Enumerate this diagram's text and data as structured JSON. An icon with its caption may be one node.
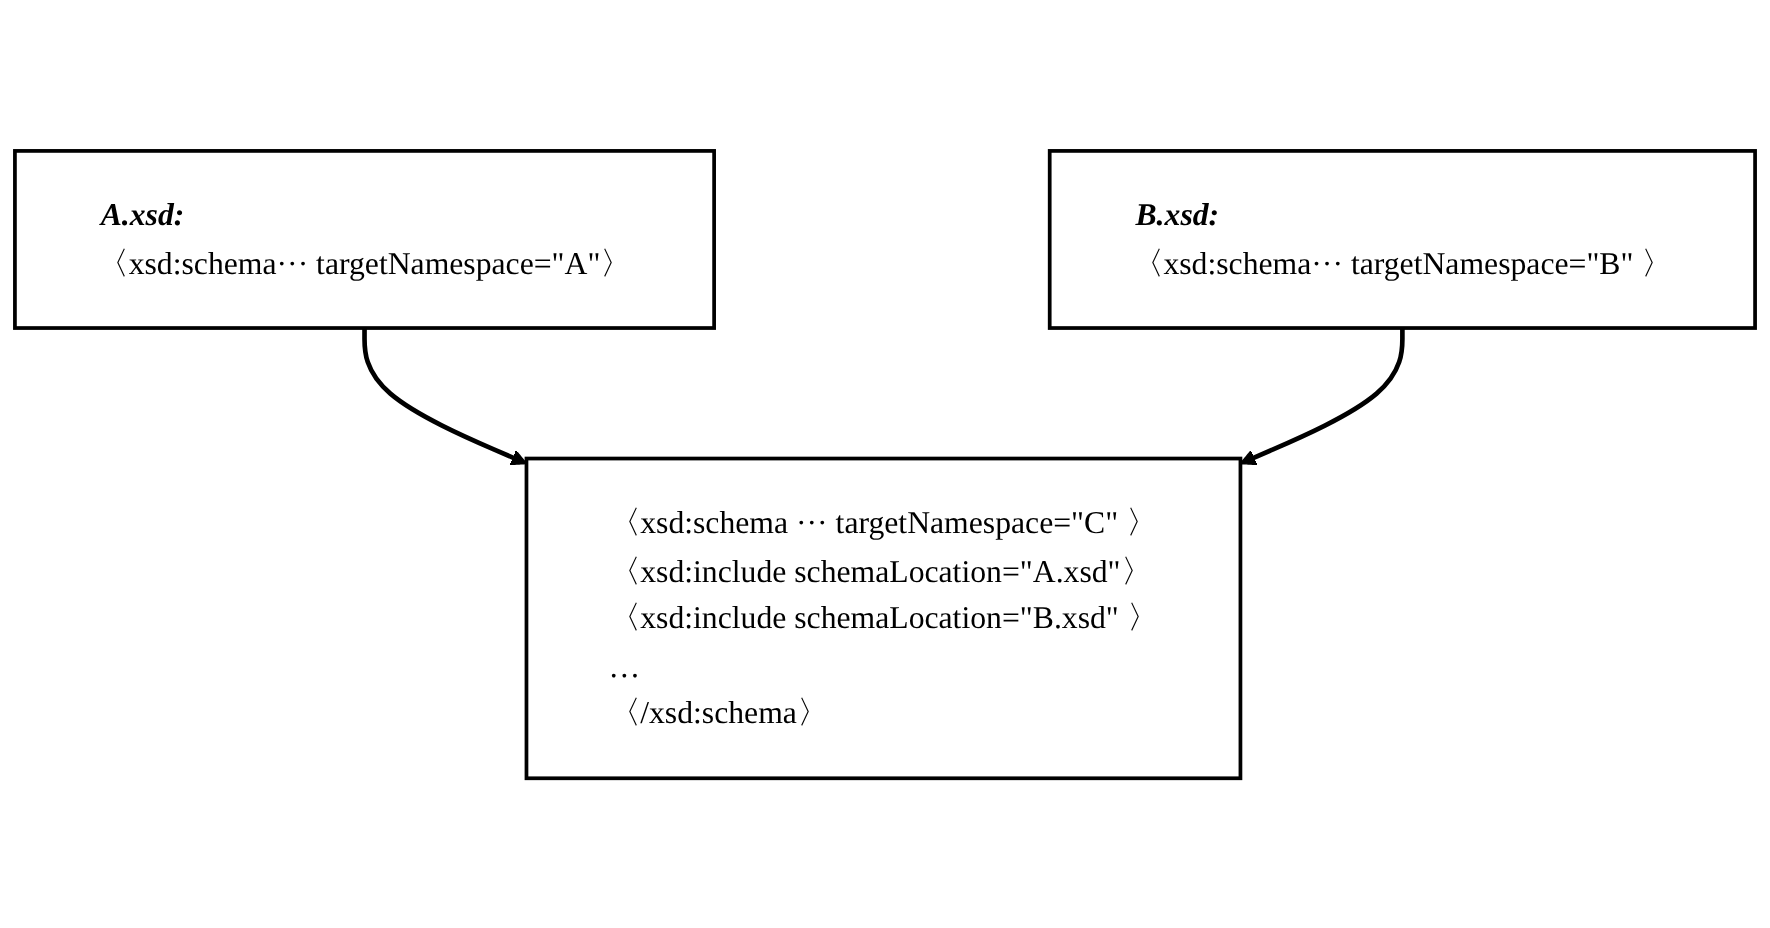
{
  "diagram": {
    "nodes": [
      {
        "text": [
          "A.xsd:",
          "〈xsd:schema··· targetNamespace=\"A\"〉"
        ]
      },
      {
        "text": [
          "B.xsd:",
          "〈xsd:schema··· targetNamespace=\"B\" 〉"
        ]
      },
      {
        "text": [
          "〈xsd:schema ··· targetNamespace=\"C\" 〉",
          "〈xsd:include schemaLocation=\"A.xsd\"〉",
          "〈xsd:include schemaLocation=\"B.xsd\" 〉",
          "…",
          "〈/xsd:schema〉"
        ]
      }
    ],
    "edges": [
      {
        "from": 0,
        "to": 2,
        "arrow": "to"
      },
      {
        "from": 1,
        "to": 2,
        "arrow": "to"
      }
    ]
  }
}
